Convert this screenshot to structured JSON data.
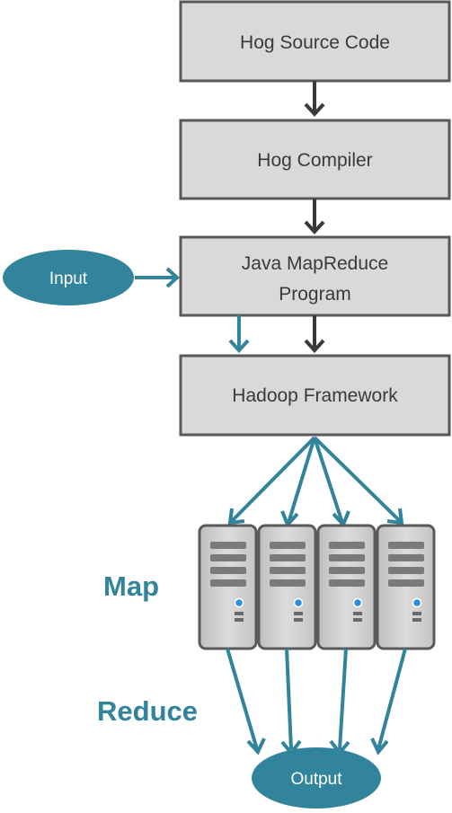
{
  "colors": {
    "box_fill": "#d9d9d9",
    "box_stroke": "#595959",
    "teal": "#31849b",
    "dark_arrow": "#3a3a3a",
    "server_body": "#d0d0d0",
    "server_stroke": "#5a5a5a",
    "led": "#2a8fd6"
  },
  "boxes": {
    "source": "Hog Source Code",
    "compiler": "Hog Compiler",
    "program_line1": "Java MapReduce",
    "program_line2": "Program",
    "framework": "Hadoop Framework"
  },
  "input_label": "Input",
  "output_label": "Output",
  "stages": {
    "map": "Map",
    "reduce": "Reduce"
  },
  "server_count": 4
}
